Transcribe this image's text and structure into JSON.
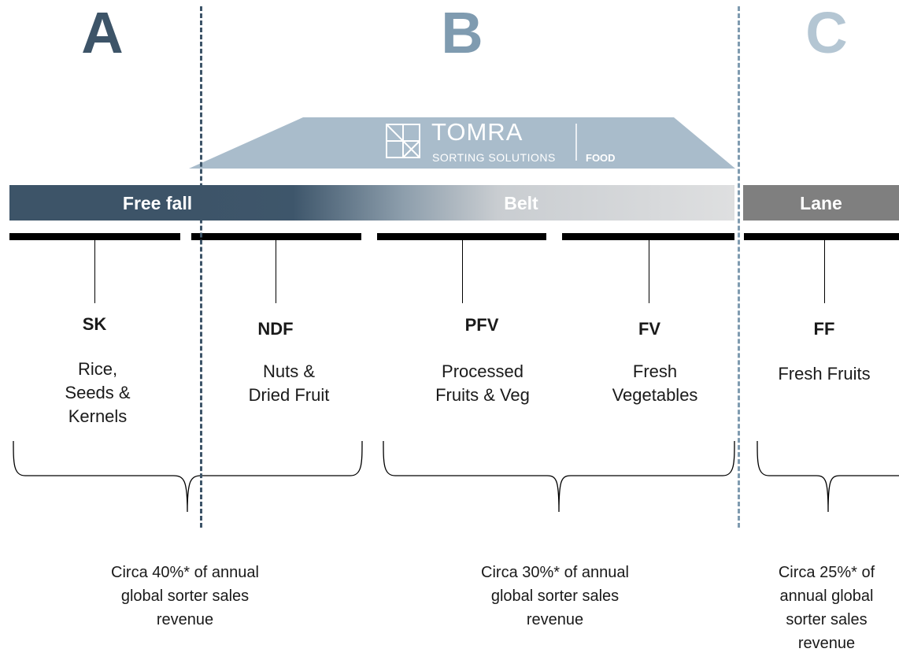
{
  "segments": [
    {
      "letter": "A",
      "color": "#3d5468"
    },
    {
      "letter": "B",
      "color": "#7f9bb0"
    },
    {
      "letter": "C",
      "color": "#b4c6d3"
    }
  ],
  "logo": {
    "brand": "TOMRA",
    "line1": "SORTING SOLUTIONS",
    "line2": "FOOD"
  },
  "bars": {
    "free_fall": "Free fall",
    "belt": "Belt",
    "lane": "Lane"
  },
  "categories": [
    {
      "code": "SK",
      "desc": [
        "Rice,",
        "Seeds &",
        "Kernels"
      ]
    },
    {
      "code": "NDF",
      "desc": [
        "Nuts &",
        "Dried Fruit"
      ]
    },
    {
      "code": "PFV",
      "desc": [
        "Processed",
        "Fruits & Veg"
      ]
    },
    {
      "code": "FV",
      "desc": [
        "Fresh",
        "Vegetables"
      ]
    },
    {
      "code": "FF",
      "desc": [
        "Fresh Fruits"
      ]
    }
  ],
  "notes": [
    [
      "Circa 40%* of annual",
      "global sorter sales",
      "revenue"
    ],
    [
      "Circa 30%* of annual",
      "global sorter sales",
      "revenue"
    ],
    [
      "Circa 25%* of",
      "annual global",
      "sorter sales",
      "revenue"
    ]
  ]
}
